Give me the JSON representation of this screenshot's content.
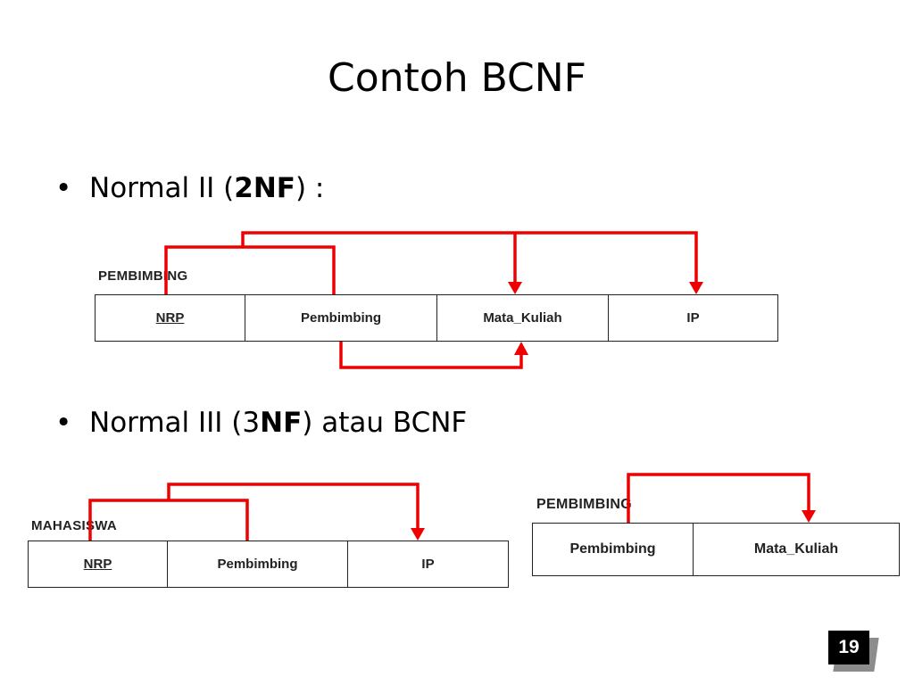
{
  "slide": {
    "title": "Contoh BCNF",
    "page_number": "19"
  },
  "bullets": [
    {
      "symbol": "•",
      "pre": "Normal II (",
      "bold": "2NF",
      "post": ") :"
    },
    {
      "symbol": "•",
      "pre": "Normal III (3",
      "bold": "NF",
      "post": ") atau BCNF"
    }
  ],
  "tables": {
    "pembimbing_2nf": {
      "name": "PEMBIMBING",
      "columns": [
        "NRP",
        "Pembimbing",
        "Mata_Kuliah",
        "IP"
      ],
      "key": "NRP"
    },
    "mahasiswa": {
      "name": "MAHASISWA",
      "columns": [
        "NRP",
        "Pembimbing",
        "IP"
      ],
      "key": "NRP"
    },
    "pembimbing_bcnf": {
      "name": "PEMBIMBING",
      "columns": [
        "Pembimbing",
        "Mata_Kuliah"
      ]
    }
  },
  "colors": {
    "arrow": "#ee0000",
    "border": "#222222",
    "text": "#000000"
  }
}
